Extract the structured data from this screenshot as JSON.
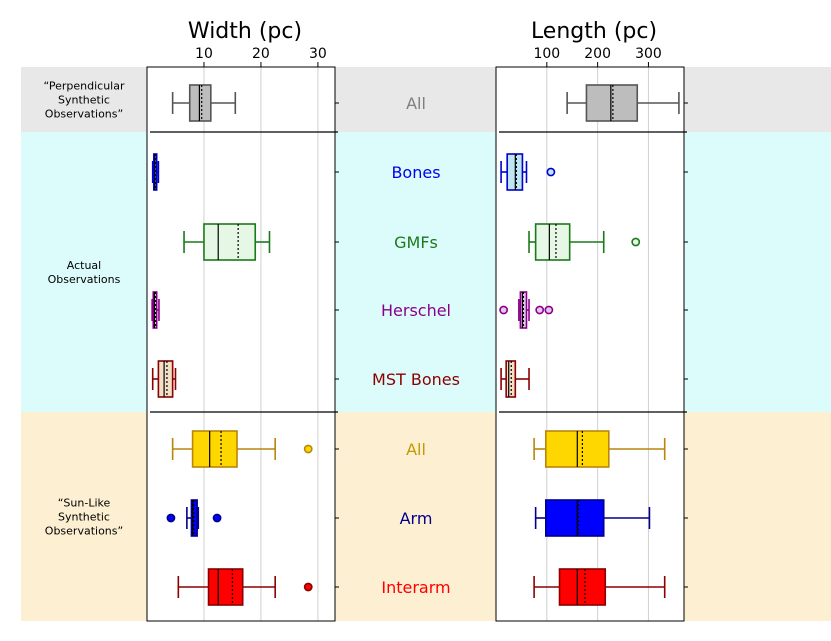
{
  "chart_data": {
    "type": "boxplot",
    "orientation": "horizontal",
    "panels": [
      {
        "key": "width",
        "title": "Width (pc)",
        "xlim": [
          0,
          33
        ],
        "ticks": [
          10,
          20,
          30
        ]
      },
      {
        "key": "length",
        "title": "Length (pc)",
        "xlim": [
          0,
          370
        ],
        "ticks": [
          100,
          200,
          300
        ]
      }
    ],
    "groups": [
      {
        "label": "“Perpendicular\nSynthetic\nObservations”",
        "bg": "#e8e8e8",
        "rows": [
          0,
          0
        ]
      },
      {
        "label": "Actual\nObservations",
        "bg": "#dcfcfc",
        "rows": [
          1,
          4
        ]
      },
      {
        "label": "“Sun-Like\nSynthetic\nObservations”",
        "bg": "#fdefd2",
        "rows": [
          5,
          7
        ]
      }
    ],
    "rows": [
      {
        "label": "All",
        "color": "#7f7f7f",
        "fill": "#bdbdbd",
        "edge": "#555555",
        "width": {
          "whislo": 4.5,
          "q1": 7.5,
          "med": 9.2,
          "mean": 9.6,
          "q3": 11.2,
          "whishi": 15.5,
          "fliers": []
        },
        "length": {
          "whislo": 140,
          "q1": 178,
          "med": 226,
          "mean": 230,
          "q3": 278,
          "whishi": 360,
          "fliers": []
        }
      },
      {
        "label": "Bones",
        "color": "#0000ee",
        "fill": "#bfe6f2",
        "edge": "#0000cc",
        "width": {
          "whislo": 1.0,
          "q1": 1.2,
          "med": 1.4,
          "mean": 1.5,
          "q3": 1.7,
          "whishi": 2.0,
          "fliers": []
        },
        "length": {
          "whislo": 10,
          "q1": 22,
          "med": 38,
          "mean": 40,
          "q3": 52,
          "whishi": 60,
          "fliers": [
            108
          ]
        }
      },
      {
        "label": "GMFs",
        "color": "#1a7a1a",
        "fill": "#e6f7e6",
        "edge": "#1a7a1a",
        "width": {
          "whislo": 6.5,
          "q1": 10.0,
          "med": 12.5,
          "mean": 16.0,
          "q3": 19.0,
          "whishi": 21.5,
          "fliers": []
        },
        "length": {
          "whislo": 65,
          "q1": 78,
          "med": 105,
          "mean": 118,
          "q3": 145,
          "whishi": 212,
          "fliers": [
            275
          ]
        }
      },
      {
        "label": "Herschel",
        "color": "#8b008b",
        "fill": "#e3c8f0",
        "edge": "#8b008b",
        "width": {
          "whislo": 0.9,
          "q1": 1.1,
          "med": 1.3,
          "mean": 1.5,
          "q3": 1.7,
          "whishi": 2.1,
          "fliers": []
        },
        "length": {
          "whislo": 45,
          "q1": 48,
          "med": 52,
          "mean": 54,
          "q3": 60,
          "whishi": 65,
          "fliers": [
            15,
            86,
            104
          ]
        }
      },
      {
        "label": "MST Bones",
        "color": "#8b0000",
        "fill": "#f3e0c6",
        "edge": "#8b0000",
        "width": {
          "whislo": 1.0,
          "q1": 2.0,
          "med": 3.0,
          "mean": 3.5,
          "q3": 4.5,
          "whishi": 5.0,
          "fliers": []
        },
        "length": {
          "whislo": 10,
          "q1": 20,
          "med": 25,
          "mean": 30,
          "q3": 38,
          "whishi": 65,
          "fliers": []
        }
      },
      {
        "label": "All",
        "color": "#c19a00",
        "fill": "#ffd700",
        "edge": "#b8860b",
        "width": {
          "whislo": 4.5,
          "q1": 8.0,
          "med": 11.0,
          "mean": 13.0,
          "q3": 15.8,
          "whishi": 22.5,
          "fliers": [
            28.3
          ]
        },
        "length": {
          "whislo": 75,
          "q1": 98,
          "med": 160,
          "mean": 170,
          "q3": 222,
          "whishi": 332,
          "fliers": []
        }
      },
      {
        "label": "Arm",
        "color": "#00008b",
        "fill": "#0000ff",
        "edge": "#00008b",
        "width": {
          "whislo": 7.0,
          "q1": 7.8,
          "med": 8.0,
          "mean": 8.2,
          "q3": 8.8,
          "whishi": 9.0,
          "fliers": [
            4.2,
            12.3
          ]
        },
        "length": {
          "whislo": 78,
          "q1": 98,
          "med": 160,
          "mean": 162,
          "q3": 212,
          "whishi": 302,
          "fliers": []
        }
      },
      {
        "label": "Interarm",
        "color": "#ff0000",
        "fill": "#ff0000",
        "edge": "#8b0000",
        "width": {
          "whislo": 5.5,
          "q1": 10.8,
          "med": 12.5,
          "mean": 15.0,
          "q3": 16.8,
          "whishi": 22.5,
          "fliers": [
            28.3
          ]
        },
        "length": {
          "whislo": 75,
          "q1": 125,
          "med": 160,
          "mean": 175,
          "q3": 215,
          "whishi": 332,
          "fliers": []
        }
      }
    ]
  }
}
